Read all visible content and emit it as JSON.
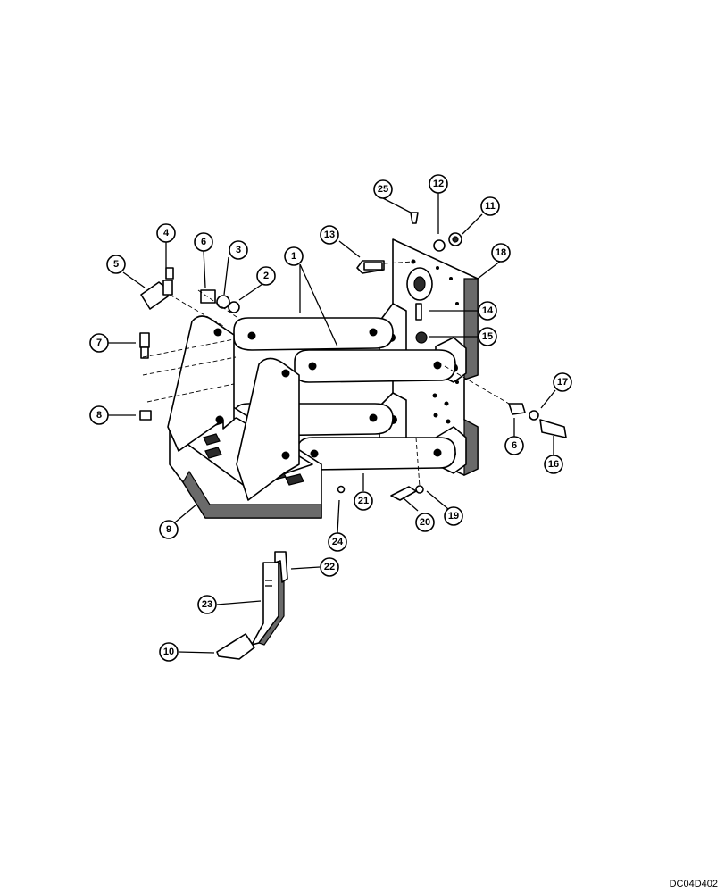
{
  "drawing_code": "DC04D402",
  "callouts": [
    {
      "id": "callout-1",
      "label": "1"
    },
    {
      "id": "callout-2",
      "label": "2"
    },
    {
      "id": "callout-3",
      "label": "3"
    },
    {
      "id": "callout-4",
      "label": "4"
    },
    {
      "id": "callout-5",
      "label": "5"
    },
    {
      "id": "callout-6a",
      "label": "6"
    },
    {
      "id": "callout-6b",
      "label": "6"
    },
    {
      "id": "callout-7",
      "label": "7"
    },
    {
      "id": "callout-8",
      "label": "8"
    },
    {
      "id": "callout-9",
      "label": "9"
    },
    {
      "id": "callout-10",
      "label": "10"
    },
    {
      "id": "callout-11",
      "label": "11"
    },
    {
      "id": "callout-12",
      "label": "12"
    },
    {
      "id": "callout-13",
      "label": "13"
    },
    {
      "id": "callout-14",
      "label": "14"
    },
    {
      "id": "callout-15",
      "label": "15"
    },
    {
      "id": "callout-16",
      "label": "16"
    },
    {
      "id": "callout-17",
      "label": "17"
    },
    {
      "id": "callout-18",
      "label": "18"
    },
    {
      "id": "callout-19",
      "label": "19"
    },
    {
      "id": "callout-20",
      "label": "20"
    },
    {
      "id": "callout-21",
      "label": "21"
    },
    {
      "id": "callout-22",
      "label": "22"
    },
    {
      "id": "callout-23",
      "label": "23"
    },
    {
      "id": "callout-24",
      "label": "24"
    },
    {
      "id": "callout-25",
      "label": "25"
    }
  ]
}
